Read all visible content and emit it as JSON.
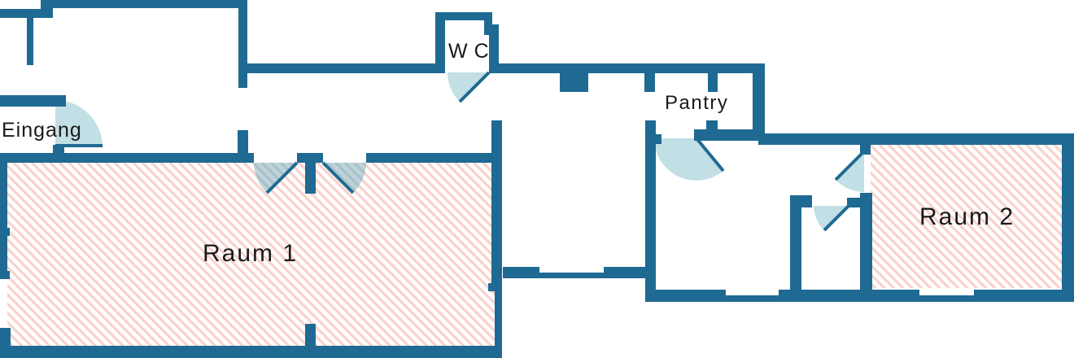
{
  "plan": {
    "labels": {
      "entrance": "Eingang",
      "wc": "WC",
      "pantry": "Pantry",
      "room1": "Raum 1",
      "room2": "Raum 2"
    },
    "colors": {
      "wall": "#1f6a92",
      "door_swing": "#c2dfe5",
      "door_swing_shaded": "#bdd3d9",
      "hatch_stripe": "#f9d2cb",
      "hatch_stripe_shaded": "#a8c0c8",
      "background": "#ffffff",
      "text": "#1a1a1a"
    }
  }
}
